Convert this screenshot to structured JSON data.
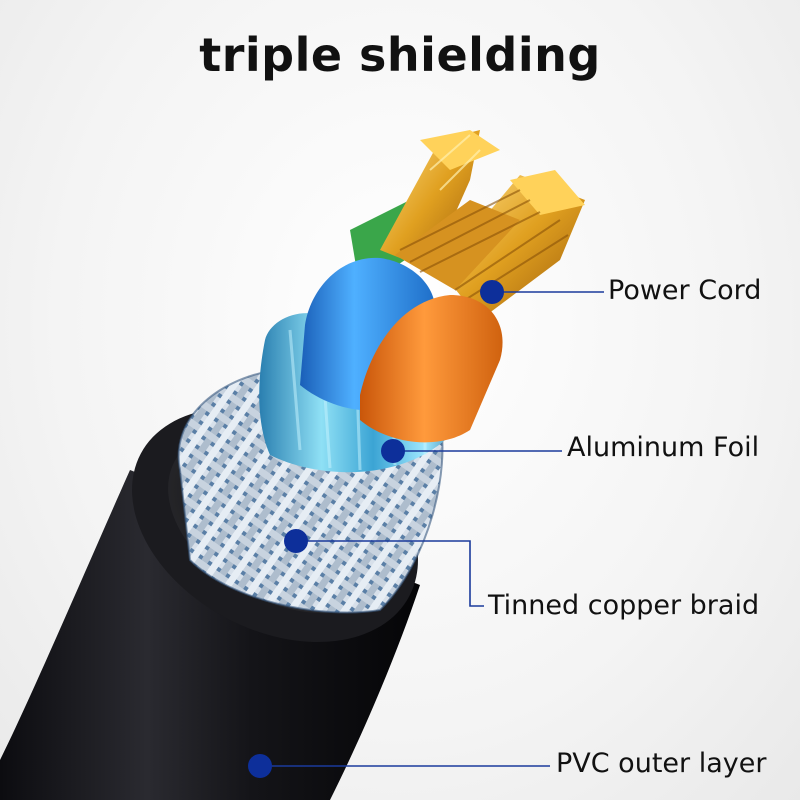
{
  "title": "triple shielding",
  "labels": {
    "power_cord": "Power Cord",
    "aluminum_foil": "Aluminum Foil",
    "tinned_copper_braid": "Tinned copper braid",
    "pvc_outer_layer": "PVC outer layer"
  },
  "colors": {
    "leader_line": "#1a3a9c",
    "marker_dot": "#0d2f9a",
    "outer_jacket": "#1b1b1f",
    "foil": "#6ec6e8",
    "braid": "#b9c6d4",
    "wire_blue": "#2e8fe0",
    "wire_orange": "#f07a1e",
    "wire_green": "#3aa64a",
    "copper": "#e3a22a"
  }
}
